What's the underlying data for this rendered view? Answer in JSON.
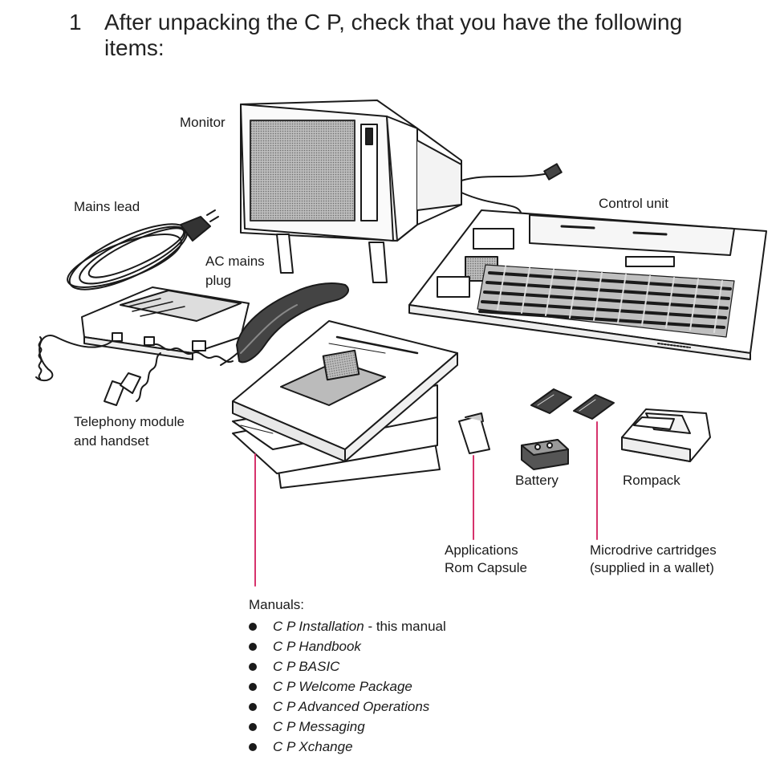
{
  "step": {
    "number": "1",
    "instruction_line1": "After unpacking the C P, check that you have the following",
    "instruction_line2": "items:"
  },
  "labels": {
    "monitor": "Monitor",
    "mains_lead": "Mains lead",
    "control_unit": "Control unit",
    "ac_plug_line1": "AC mains",
    "ac_plug_line2": "plug",
    "telephony_line1": "Telephony module",
    "telephony_line2": "and handset",
    "battery": "Battery",
    "rompack": "Rompack",
    "applications_line1": "Applications",
    "applications_line2": "Rom Capsule",
    "microdrive_line1": "Microdrive cartridges",
    "microdrive_line2": "(supplied in a wallet)"
  },
  "manuals": {
    "heading": "Manuals:",
    "items": [
      {
        "title": "C P Installation",
        "suffix": " - this manual"
      },
      {
        "title": "C P Handbook",
        "suffix": ""
      },
      {
        "title": "C P BASIC",
        "suffix": ""
      },
      {
        "title": "C P Welcome Package",
        "suffix": ""
      },
      {
        "title": "C P Advanced Operations",
        "suffix": ""
      },
      {
        "title": "C P Messaging",
        "suffix": ""
      },
      {
        "title": "C P Xchange",
        "suffix": ""
      }
    ]
  },
  "colors": {
    "leader_line": "#d6336c",
    "ink": "#1a1a1a"
  }
}
